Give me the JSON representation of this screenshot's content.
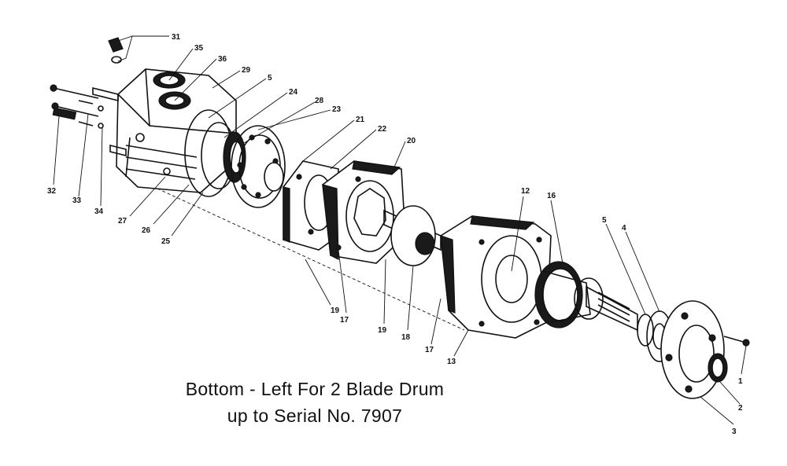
{
  "diagram": {
    "caption": {
      "line1": "Bottom - Left For 2 Blade Drum",
      "line2": "up to Serial No. 7907"
    },
    "part_numbers": [
      "31",
      "35",
      "36",
      "29",
      "5",
      "24",
      "28",
      "23",
      "21",
      "22",
      "20",
      "12",
      "16",
      "5",
      "4",
      "32",
      "33",
      "34",
      "27",
      "26",
      "25",
      "19",
      "17",
      "19",
      "18",
      "17",
      "13",
      "1",
      "2",
      "3"
    ]
  }
}
